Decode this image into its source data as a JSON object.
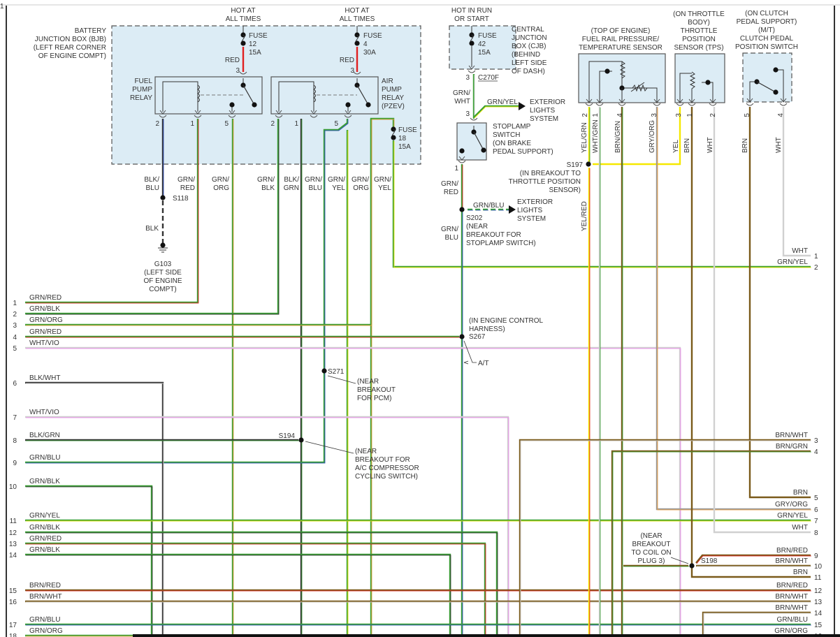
{
  "diagram": {
    "title_hint": "PCM power / relay circuit wiring diagram (partial)",
    "colors": {
      "GRN": "#3aa035",
      "RED": "#e02020",
      "BLK": "#333333",
      "BLU": "#3050c0",
      "ORG": "#f0a040",
      "YEL": "#f5e800",
      "WHT": "#d0d0d0",
      "VIO": "#ee88ee",
      "BRN": "#7a5a1a",
      "GRY": "#999999",
      "box_fill": "#dcecf5"
    },
    "components": {
      "bjb": {
        "label": [
          "BATTERY",
          "JUNCTION BOX (BJB)",
          "(LEFT REAR CORNER",
          "OF ENGINE COMPT)"
        ]
      },
      "hot1": {
        "label": [
          "HOT AT",
          "ALL TIMES"
        ]
      },
      "hot2": {
        "label": [
          "HOT AT",
          "ALL TIMES"
        ]
      },
      "hot3": {
        "label": [
          "HOT IN RUN",
          "OR START"
        ]
      },
      "fuse12": {
        "label": [
          "FUSE",
          "12",
          "15A"
        ]
      },
      "fuse4": {
        "label": [
          "FUSE",
          "4",
          "30A"
        ]
      },
      "fuse18": {
        "label": [
          "FUSE",
          "18",
          "15A"
        ]
      },
      "fuse42": {
        "label": [
          "FUSE",
          "42",
          "15A"
        ]
      },
      "fuel_pump_relay": {
        "label": [
          "FUEL",
          "PUMP",
          "RELAY"
        ],
        "pins": [
          "2",
          "1",
          "5",
          "3"
        ]
      },
      "air_pump_relay": {
        "label": [
          "AIR",
          "PUMP",
          "RELAY",
          "(PZEV)"
        ],
        "pins": [
          "2",
          "1",
          "5",
          "3"
        ]
      },
      "cjb": {
        "label": [
          "CENTRAL",
          "JUNCTION",
          "BOX (CJB)",
          "(BEHIND",
          "LEFT SIDE",
          "OF DASH)"
        ],
        "connector": "C270F",
        "pin": "3"
      },
      "stoplamp_switch": {
        "label": [
          "STOPLAMP",
          "SWITCH",
          "(ON BRAKE",
          "PEDAL SUPPORT)"
        ],
        "pins": [
          "3",
          "1"
        ]
      },
      "ext_lights_1": {
        "label": [
          "EXTERIOR",
          "LIGHTS",
          "SYSTEM"
        ],
        "wire": "GRN/YEL"
      },
      "ext_lights_2": {
        "label": [
          "EXTERIOR",
          "LIGHTS",
          "SYSTEM"
        ],
        "wire": "GRN/BLU"
      },
      "frp_sensor": {
        "label": [
          "(TOP OF ENGINE)",
          "FUEL RAIL PRESSURE/",
          "TEMPERATURE SENSOR"
        ],
        "pins": [
          "2",
          "1",
          "4",
          "3"
        ],
        "wires": [
          "YEL/GRN",
          "WHT/GRN",
          "BRN/GRN",
          "GRY/ORG"
        ]
      },
      "tps": {
        "label": [
          "(ON THROTTLE",
          "BODY)",
          "THROTTLE",
          "POSITION",
          "SENSOR (TPS)"
        ],
        "pins": [
          "3",
          "1",
          "2"
        ],
        "wires": [
          "YEL",
          "BRN",
          "WHT"
        ]
      },
      "cpp_switch": {
        "label": [
          "(ON CLUTCH",
          "PEDAL SUPPORT)",
          "(M/T)",
          "CLUTCH PEDAL",
          "POSITION SWITCH"
        ],
        "pins": [
          "5",
          "4"
        ],
        "wires": [
          "BRN",
          "WHT"
        ]
      },
      "g103": {
        "label": [
          "G103",
          "(LEFT SIDE",
          "OF ENGINE",
          "COMPT)"
        ]
      }
    },
    "relay_wire_labels": {
      "fuel_relay_in": "RED",
      "air_relay_in": "RED",
      "vertical": [
        [
          "BLK/",
          "BLU"
        ],
        [
          "GRN/",
          "RED"
        ],
        [
          "GRN/",
          "ORG"
        ],
        [
          "GRN/",
          "BLK"
        ],
        [
          "BLK/",
          "GRN"
        ],
        [
          "GRN/",
          "BLU"
        ],
        [
          "GRN/",
          "YEL"
        ],
        [
          "GRN/",
          "ORG"
        ],
        [
          "GRN/",
          "YEL"
        ]
      ],
      "ground_wire": "BLK",
      "stop_wires": [
        [
          "GRN/",
          "WHT"
        ],
        [
          "GRN/",
          "RED"
        ],
        [
          "GRN/",
          "BLU"
        ]
      ],
      "yel_red": "YEL/RED"
    },
    "splices": {
      "s118": "S118",
      "s202": {
        "id": "S202",
        "note": [
          "(NEAR",
          "BREAKOUT FOR",
          "STOPLAMP SWITCH)"
        ]
      },
      "s197": {
        "id": "S197",
        "note": [
          "(IN BREAKOUT TO",
          "THROTTLE POSITION",
          "SENSOR)"
        ]
      },
      "s267": {
        "id": "S267",
        "note": [
          "(IN ENGINE CONTROL",
          "HARNESS)"
        ],
        "at": "A/T"
      },
      "s271": {
        "id": "S271",
        "note": [
          "(NEAR",
          "BREAKOUT",
          "FOR PCM)"
        ]
      },
      "s194": {
        "id": "S194",
        "note": [
          "(NEAR",
          "BREAKOUT FOR",
          "A/C COMPRESSOR",
          "CYCLING SWITCH)"
        ]
      },
      "s198": {
        "id": "S198",
        "note": [
          "(NEAR",
          "BREAKOUT",
          "TO COIL ON",
          "PLUG 3)"
        ]
      }
    },
    "left_connector_pins": [
      {
        "pin": "1",
        "wire": "GRN/RED"
      },
      {
        "pin": "2",
        "wire": "GRN/BLK"
      },
      {
        "pin": "3",
        "wire": "GRN/ORG"
      },
      {
        "pin": "4",
        "wire": "GRN/RED"
      },
      {
        "pin": "5",
        "wire": "WHT/VIO"
      },
      {
        "pin": "6",
        "wire": "BLK/WHT"
      },
      {
        "pin": "7",
        "wire": "WHT/VIO"
      },
      {
        "pin": "8",
        "wire": "BLK/GRN"
      },
      {
        "pin": "9",
        "wire": "GRN/BLU"
      },
      {
        "pin": "10",
        "wire": "GRN/BLK"
      },
      {
        "pin": "11",
        "wire": "GRN/YEL"
      },
      {
        "pin": "12",
        "wire": "GRN/BLK"
      },
      {
        "pin": "13",
        "wire": "GRN/RED"
      },
      {
        "pin": "14",
        "wire": "GRN/BLK"
      },
      {
        "pin": "15",
        "wire": "BRN/RED"
      },
      {
        "pin": "16",
        "wire": "BRN/WHT"
      },
      {
        "pin": "17",
        "wire": "GRN/BLU"
      },
      {
        "pin": "18",
        "wire": "GRN/ORG"
      }
    ],
    "right_connector_top_pins": [
      {
        "pin": "1",
        "wire": "WHT"
      },
      {
        "pin": "2",
        "wire": "GRN/YEL"
      }
    ],
    "right_connector_pins": [
      {
        "pin": "3",
        "wire": "BRN/WHT"
      },
      {
        "pin": "4",
        "wire": "BRN/GRN"
      },
      {
        "pin": "5",
        "wire": "BRN"
      },
      {
        "pin": "6",
        "wire": "GRY/ORG"
      },
      {
        "pin": "7",
        "wire": "GRN/YEL"
      },
      {
        "pin": "8",
        "wire": "WHT"
      },
      {
        "pin": "9",
        "wire": "BRN/RED"
      },
      {
        "pin": "10",
        "wire": "BRN/WHT"
      },
      {
        "pin": "11",
        "wire": "BRN"
      },
      {
        "pin": "12",
        "wire": "BRN/RED"
      },
      {
        "pin": "13",
        "wire": "BRN/WHT"
      },
      {
        "pin": "14",
        "wire": "BRN/WHT"
      },
      {
        "pin": "15",
        "wire": "GRN/BLU"
      },
      {
        "pin": "16",
        "wire": "GRN/ORG"
      }
    ]
  }
}
